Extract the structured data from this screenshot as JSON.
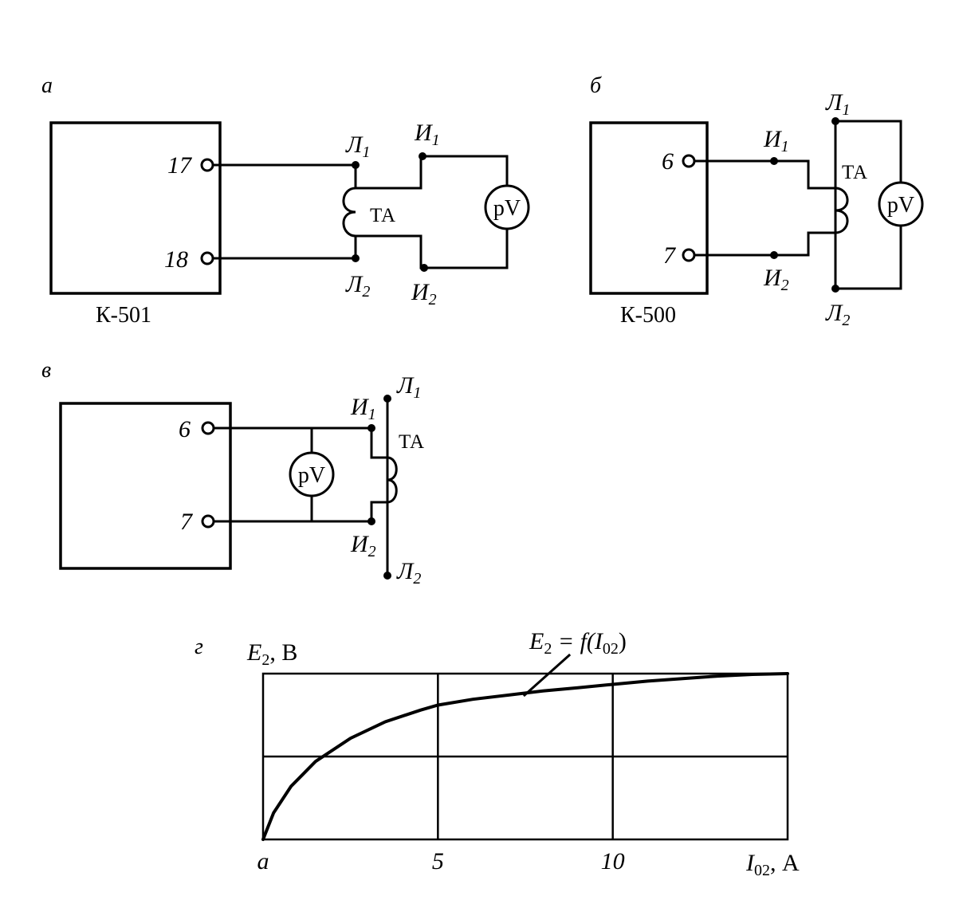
{
  "panels": {
    "a": "а",
    "b": "б",
    "v": "в",
    "g": "г"
  },
  "diagram_a": {
    "device": "К-501",
    "terminal_top": "17",
    "terminal_bottom": "18",
    "ct": "ТА",
    "meter": "pV",
    "L": "Л",
    "I": "И",
    "sub1": "1",
    "sub2": "2"
  },
  "diagram_b": {
    "device": "К-500",
    "terminal_top": "6",
    "terminal_bottom": "7",
    "ct": "ТА",
    "meter": "pV",
    "L": "Л",
    "I": "И",
    "sub1": "1",
    "sub2": "2"
  },
  "diagram_v": {
    "terminal_top": "6",
    "terminal_bottom": "7",
    "ct": "ТА",
    "meter": "pV",
    "L": "Л",
    "I": "И",
    "sub1": "1",
    "sub2": "2"
  },
  "chart_data": {
    "type": "line",
    "curve_label": {
      "e": "E",
      "e_sub": "2",
      "mid": " = f(",
      "i": "I",
      "i_sub": "02",
      "end": ")"
    },
    "ylabel": {
      "var": "E",
      "sub": "2",
      "unit": ", В"
    },
    "xlabel": {
      "var": "I",
      "sub": "02",
      "unit": ", А"
    },
    "x_tick_labels": [
      "а",
      "5",
      "10"
    ],
    "x_ticks": [
      0,
      5,
      10,
      15
    ],
    "xlim": [
      0,
      15
    ],
    "ylim": [
      0,
      1
    ],
    "grid": true,
    "series": [
      {
        "x": [
          0,
          0.3,
          0.8,
          1.5,
          2.5,
          3.5,
          4.5,
          5.0,
          6.0,
          7.0,
          8.0,
          9.0,
          10.0,
          11.0,
          12.0,
          13.0,
          14.0,
          15.0
        ],
        "y": [
          0,
          0.16,
          0.32,
          0.47,
          0.61,
          0.71,
          0.78,
          0.81,
          0.845,
          0.87,
          0.895,
          0.915,
          0.935,
          0.955,
          0.97,
          0.985,
          0.995,
          1.0
        ]
      }
    ]
  }
}
